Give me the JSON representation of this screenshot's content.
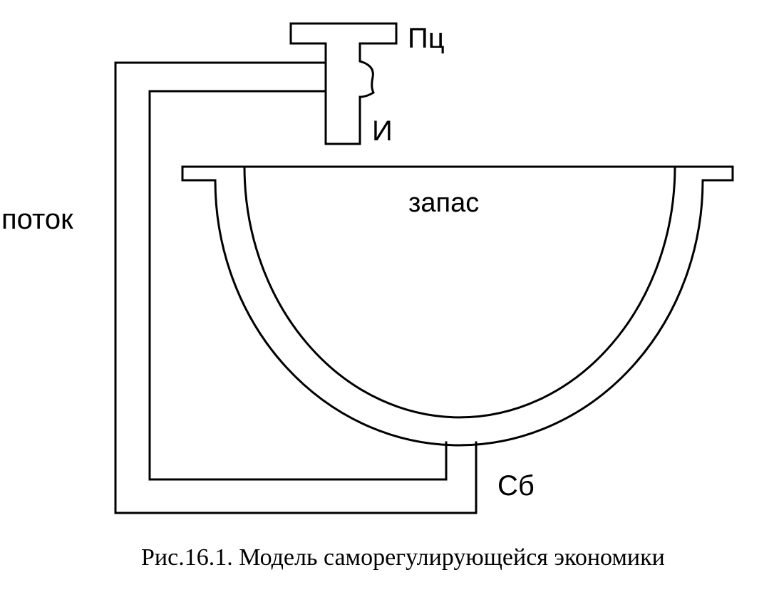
{
  "diagram": {
    "labels": {
      "consumer_prices": "Пц",
      "investment": "И",
      "reserve": "запас",
      "flow": "поток",
      "savings": "Сб"
    },
    "caption": "Рис.16.1. Модель саморегулирующейся экономики"
  }
}
